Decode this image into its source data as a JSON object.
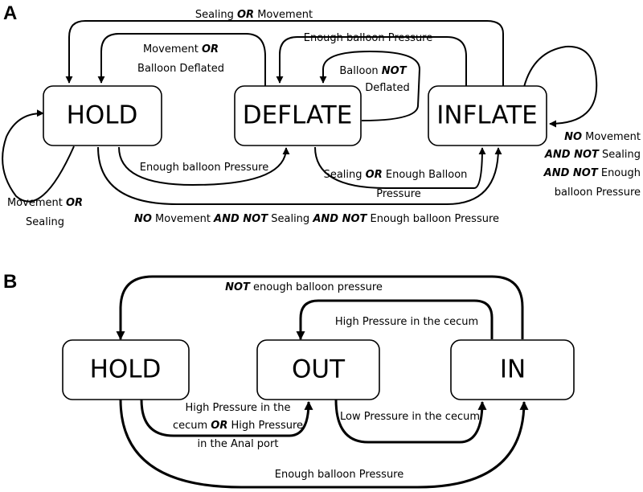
{
  "panel_a": {
    "label": "A",
    "states": {
      "hold": "HOLD",
      "deflate": "DEFLATE",
      "inflate": "INFLATE"
    },
    "edges": {
      "inflate_to_hold_top": {
        "l1a": "Sealing ",
        "l1b": "OR",
        "l1c": " Movement"
      },
      "deflate_to_hold": {
        "l1a": "Movement ",
        "l1b": "OR",
        "l2": "Balloon Deflated"
      },
      "inflate_to_deflate": {
        "l1": "Enough balloon Pressure"
      },
      "deflate_self": {
        "l1a": "Balloon ",
        "l1b": "NOT",
        "l2": "Deflated"
      },
      "hold_to_deflate": {
        "l1": "Enough balloon Pressure"
      },
      "deflate_to_inflate": {
        "l1a": "Sealing ",
        "l1b": "OR",
        "l1c": " Enough Balloon",
        "l2": "Pressure"
      },
      "hold_to_inflate": {
        "a": "NO",
        "b": " Movement ",
        "c": "AND NOT",
        "d": " Sealing ",
        "e": "AND NOT",
        "f": " Enough balloon Pressure"
      },
      "hold_self": {
        "l1a": "Movement ",
        "l1b": "OR",
        "l2": "Sealing"
      },
      "inflate_self": {
        "l1a": "NO",
        "l1b": " Movement",
        "l2a": "AND NOT",
        "l2b": " Sealing",
        "l3a": "AND NOT",
        "l3b": " Enough",
        "l4": "balloon Pressure"
      }
    }
  },
  "panel_b": {
    "label": "B",
    "states": {
      "hold": "HOLD",
      "out": "OUT",
      "in": "IN"
    },
    "edges": {
      "in_to_hold": {
        "a": "NOT",
        "b": " enough balloon pressure"
      },
      "in_to_out": {
        "l1": "High Pressure in the cecum"
      },
      "hold_to_out": {
        "l1": "High Pressure in the",
        "l2a": "cecum ",
        "l2b": "OR",
        "l2c": " High Pressure",
        "l3": "in the Anal port"
      },
      "out_to_in": {
        "l1": "Low Pressure in the cecum"
      },
      "hold_to_in": {
        "l1": "Enough balloon Pressure"
      }
    }
  }
}
